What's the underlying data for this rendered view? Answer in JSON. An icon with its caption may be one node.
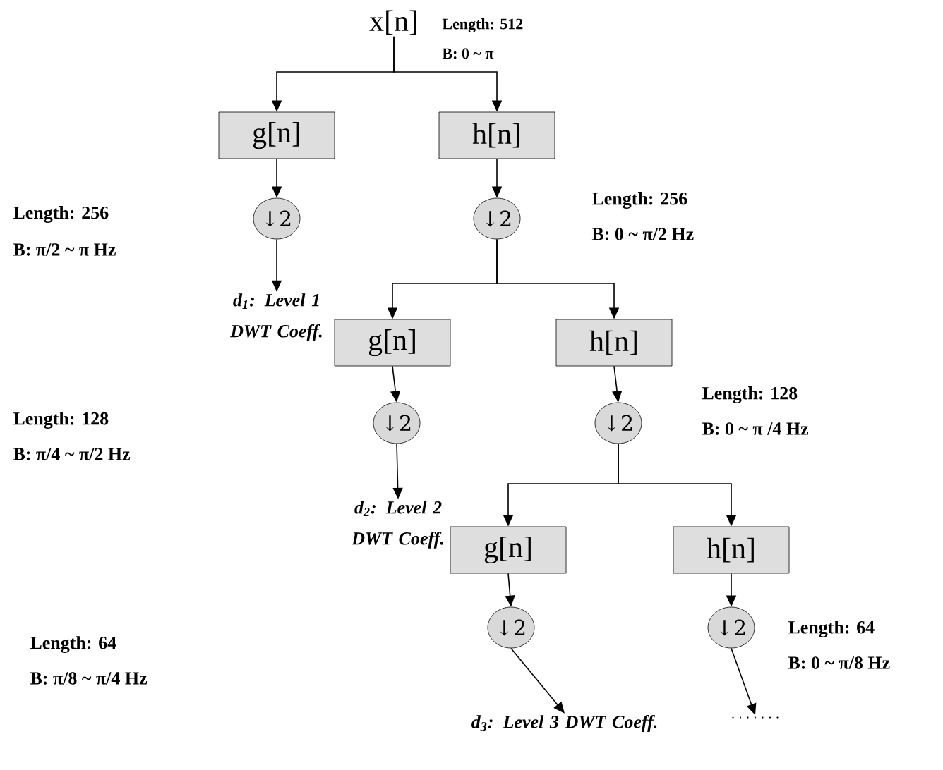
{
  "diagram": {
    "nodes": [
      {
        "text": [
          "x[n]"
        ]
      },
      {
        "text": [
          "g[n]"
        ]
      },
      {
        "text": [
          "h[n]"
        ]
      },
      {
        "text": [
          "↓2"
        ]
      },
      {
        "text": [
          "↓2"
        ]
      },
      {
        "text": [
          "d$_{1}$: Level 1 DWT Coeff."
        ]
      },
      {
        "text": [
          "g[n]"
        ]
      },
      {
        "text": [
          "h[n]"
        ]
      },
      {
        "text": [
          "↓2"
        ]
      },
      {
        "text": [
          "↓2"
        ]
      },
      {
        "text": [
          "d$_{2}$: Level 2 DWT Coeff."
        ]
      },
      {
        "text": [
          "g[n]"
        ]
      },
      {
        "text": [
          "h[n]"
        ]
      },
      {
        "text": [
          "↓2"
        ]
      },
      {
        "text": [
          "↓2"
        ]
      },
      {
        "text": [
          "d$_{3}$: Level 3 DWT Coeff."
        ]
      },
      {
        "text": [
          "· · · · · · ·"
        ]
      }
    ],
    "edges": [
      {
        "from": 0,
        "to": 1,
        "arrow": "to"
      },
      {
        "from": 0,
        "to": 2,
        "arrow": "to"
      },
      {
        "from": 1,
        "to": 3,
        "arrow": "to"
      },
      {
        "from": 2,
        "to": 4,
        "arrow": "to"
      },
      {
        "from": 3,
        "to": 5,
        "arrow": "to"
      },
      {
        "from": 4,
        "to": 6,
        "arrow": "to"
      },
      {
        "from": 4,
        "to": 7,
        "arrow": "to"
      },
      {
        "from": 6,
        "to": 8,
        "arrow": "to"
      },
      {
        "from": 7,
        "to": 9,
        "arrow": "to"
      },
      {
        "from": 8,
        "to": 10,
        "arrow": "to"
      },
      {
        "from": 9,
        "to": 11,
        "arrow": "to"
      },
      {
        "from": 9,
        "to": 12,
        "arrow": "to"
      },
      {
        "from": 11,
        "to": 13,
        "arrow": "to"
      },
      {
        "from": 12,
        "to": 14,
        "arrow": "to"
      },
      {
        "from": 13,
        "to": 15,
        "arrow": "to"
      },
      {
        "from": 14,
        "to": 16,
        "arrow": "to"
      }
    ],
    "labels": [
      "Length: 512",
      "B: 0 ~ π",
      "Length: 256",
      "B: π/2 ~ π Hz",
      "Length: 256",
      "B: 0 ~ π/2 Hz",
      "Length: 128",
      "B: π/4 ~ π/2 Hz",
      "Length: 128",
      "B: 0 ~ π /4 Hz",
      "Length: 64",
      "B: π/8 ~ π/4 Hz",
      "Length: 64",
      "B: 0 ~ π/8 Hz"
    ]
  }
}
